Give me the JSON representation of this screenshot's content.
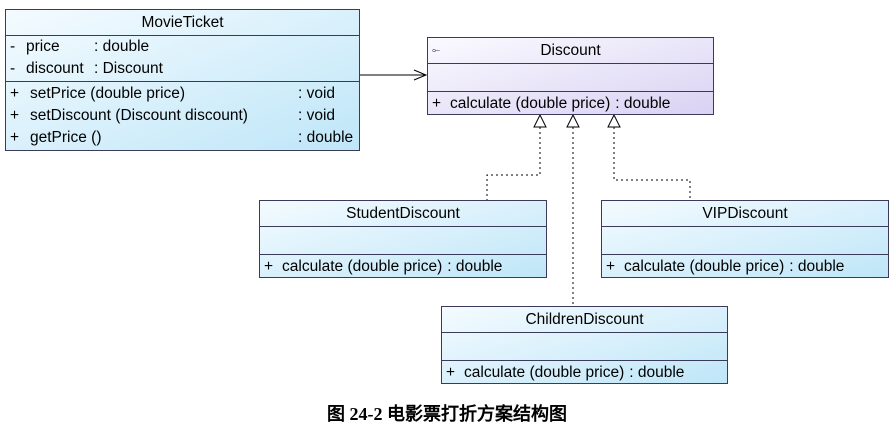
{
  "classes": {
    "movie_ticket": {
      "name": "MovieTicket",
      "attributes": [
        {
          "vis": "-",
          "name": "price",
          "type": ": double"
        },
        {
          "vis": "-",
          "name": "discount",
          "type": ": Discount"
        }
      ],
      "operations": [
        {
          "vis": "+",
          "name": "setPrice (double price)",
          "type": ": void"
        },
        {
          "vis": "+",
          "name": "setDiscount (Discount discount)",
          "type": ": void"
        },
        {
          "vis": "+",
          "name": "getPrice ()",
          "type": ": double"
        }
      ]
    },
    "discount": {
      "name": "Discount",
      "stereo_icon": "⟜",
      "operations": [
        {
          "vis": "+",
          "name": "calculate (double price)",
          "type": ": double"
        }
      ]
    },
    "student": {
      "name": "StudentDiscount",
      "operations": [
        {
          "vis": "+",
          "name": "calculate (double price)",
          "type": ": double"
        }
      ]
    },
    "vip": {
      "name": "VIPDiscount",
      "operations": [
        {
          "vis": "+",
          "name": "calculate (double price)",
          "type": ": double"
        }
      ]
    },
    "children": {
      "name": "ChildrenDiscount",
      "operations": [
        {
          "vis": "+",
          "name": "calculate (double price)",
          "type": ": double"
        }
      ]
    }
  },
  "caption": "图 24-2  电影票打折方案结构图",
  "colors": {
    "class_fill": "#bfe6f8",
    "interface_fill": "#d9d2f3"
  }
}
